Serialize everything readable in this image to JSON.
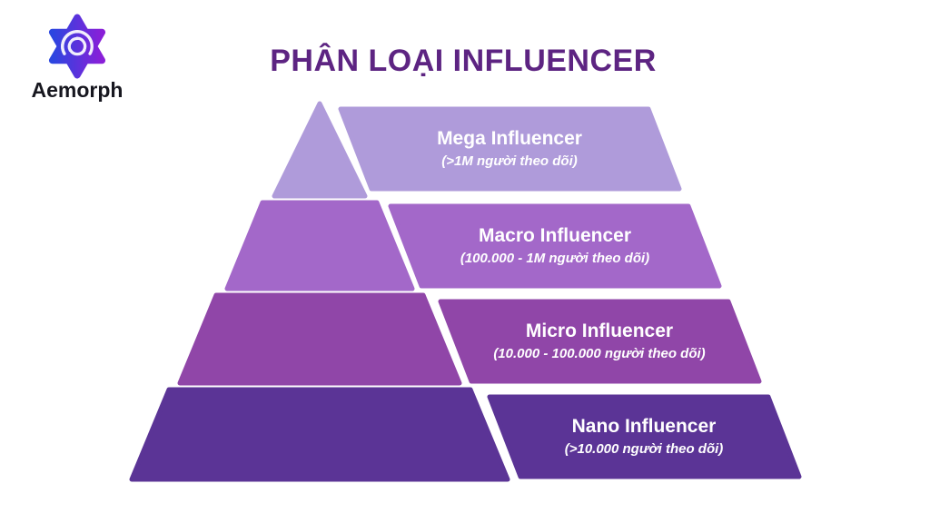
{
  "brand": {
    "name": "Aemorph",
    "logo_gradient_start": "#2B46E0",
    "logo_gradient_end": "#8A1FD8"
  },
  "title": "PHÂN LOẠI INFLUENCER",
  "colors": {
    "title_text": "#5D2482",
    "band_text": "#ffffff",
    "background": "#ffffff"
  },
  "chart_data": {
    "type": "pyramid",
    "title": "PHÂN LOẠI INFLUENCER",
    "levels": [
      {
        "label": "Mega Influencer",
        "range": "(>1M người theo dõi)",
        "color": "#AF9BDA"
      },
      {
        "label": "Macro Influencer",
        "range": "(100.000 - 1M người theo dõi)",
        "color": "#A368C9"
      },
      {
        "label": "Micro Influencer",
        "range": "(10.000 - 100.000 người theo dõi)",
        "color": "#9046A8"
      },
      {
        "label": "Nano Influencer",
        "range": "(>10.000 người theo dõi)",
        "color": "#5B3496"
      }
    ]
  }
}
